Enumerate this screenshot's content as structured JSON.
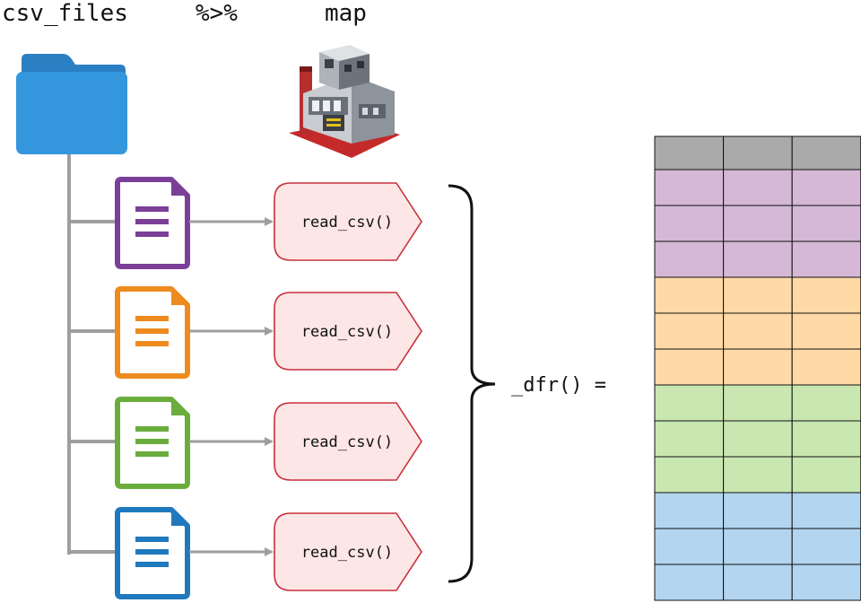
{
  "header": {
    "csv_files": "csv_files",
    "pipe": "%>%",
    "map": "map"
  },
  "files": [
    {
      "color": "#7b3f98",
      "fn_label": "read_csv()"
    },
    {
      "color": "#ee8b1f",
      "fn_label": "read_csv()"
    },
    {
      "color": "#6aad3d",
      "fn_label": "read_csv()"
    },
    {
      "color": "#1f79be",
      "fn_label": "read_csv()"
    }
  ],
  "combine_label": "_dfr() =",
  "icons": {
    "folder": "folder-icon",
    "factory": "factory-icon",
    "document": "document-icon"
  },
  "colors": {
    "folder": "#3497dd",
    "function_fill": "#fde6e6",
    "function_stroke": "#c8303c",
    "connector": "#9e9e9e",
    "table_header": "#aaaaaa",
    "row_purple": "#d4b8d6",
    "row_orange": "#ffd9a6",
    "row_green": "#c9e7b1",
    "row_blue": "#b3d5ef"
  },
  "table": {
    "columns": 3,
    "row_groups": [
      {
        "color": "#d4b8d6",
        "rows": 3
      },
      {
        "color": "#ffd9a6",
        "rows": 3
      },
      {
        "color": "#c9e7b1",
        "rows": 3
      },
      {
        "color": "#b3d5ef",
        "rows": 3
      }
    ]
  }
}
